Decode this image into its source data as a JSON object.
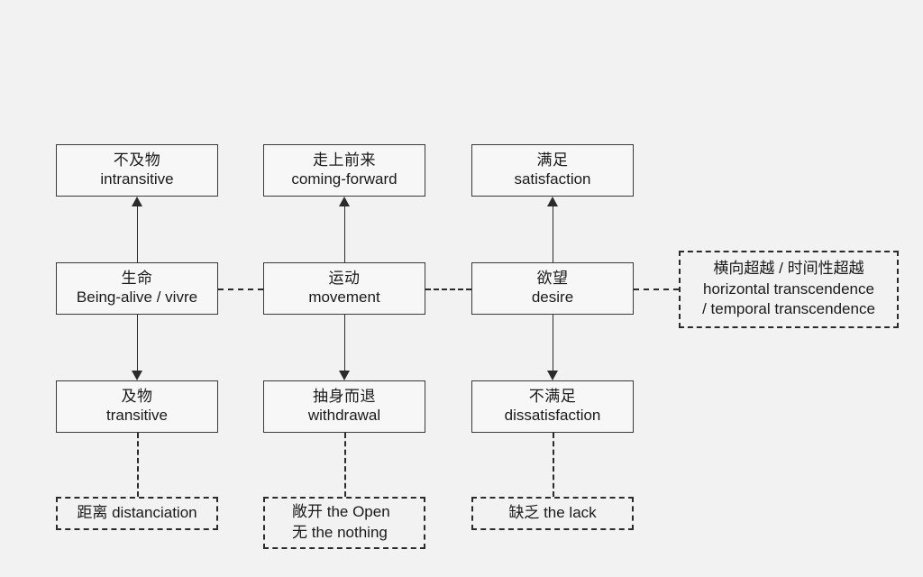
{
  "diagram": {
    "background_color": "#f2f2f2",
    "box_fill_color": "#f7f7f7",
    "line_color": "#2b2b2b",
    "columns": [
      {
        "id": "life",
        "top": {
          "cn": "不及物",
          "en": "intransitive"
        },
        "middle": {
          "cn": "生命",
          "en": "Being-alive / vivre"
        },
        "bottom": {
          "cn": "及物",
          "en": "transitive"
        },
        "note": {
          "line1": "距离 distanciation",
          "line2": ""
        }
      },
      {
        "id": "movement",
        "top": {
          "cn": "走上前来",
          "en": "coming-forward"
        },
        "middle": {
          "cn": "运动",
          "en": "movement"
        },
        "bottom": {
          "cn": "抽身而退",
          "en": "withdrawal"
        },
        "note": {
          "line1": "敞开 the Open",
          "line2": "无 the nothing"
        }
      },
      {
        "id": "desire",
        "top": {
          "cn": "满足",
          "en": "satisfaction"
        },
        "middle": {
          "cn": "欲望",
          "en": "desire"
        },
        "bottom": {
          "cn": "不满足",
          "en": "dissatisfaction"
        },
        "note": {
          "line1": "缺乏 the lack",
          "line2": ""
        }
      }
    ],
    "side_note": {
      "line1": "横向超越 / 时间性超越",
      "line2": "horizontal transcendence",
      "line3": "/ temporal transcendence"
    }
  }
}
